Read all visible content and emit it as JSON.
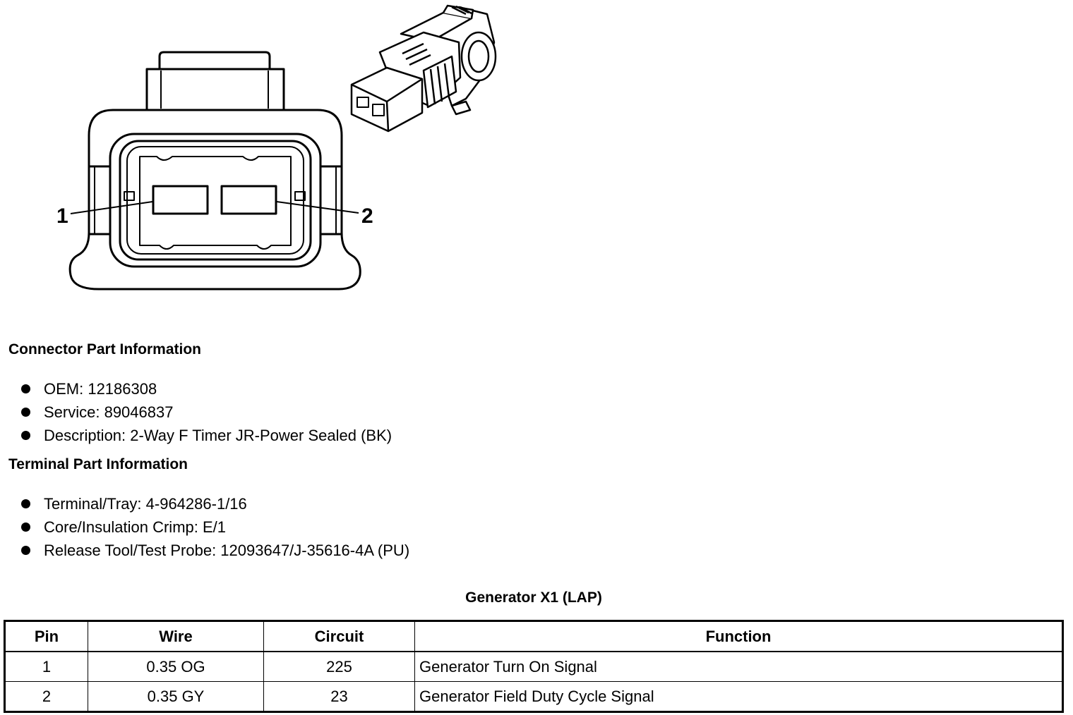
{
  "diagram": {
    "pin_callouts": [
      "1",
      "2"
    ]
  },
  "connector_info": {
    "title": "Connector Part Information",
    "items": [
      "OEM: 12186308",
      "Service: 89046837",
      "Description: 2-Way F Timer JR-Power Sealed (BK)"
    ]
  },
  "terminal_info": {
    "title": "Terminal Part Information",
    "items": [
      "Terminal/Tray: 4-964286-1/16",
      "Core/Insulation Crimp: E/1",
      "Release Tool/Test Probe: 12093647/J-35616-4A (PU)"
    ]
  },
  "pin_table": {
    "caption": "Generator X1 (LAP)",
    "headers": [
      "Pin",
      "Wire",
      "Circuit",
      "Function"
    ],
    "rows": [
      [
        "1",
        "0.35 OG",
        "225",
        "Generator Turn On Signal"
      ],
      [
        "2",
        "0.35 GY",
        "23",
        "Generator Field Duty Cycle Signal"
      ]
    ]
  }
}
